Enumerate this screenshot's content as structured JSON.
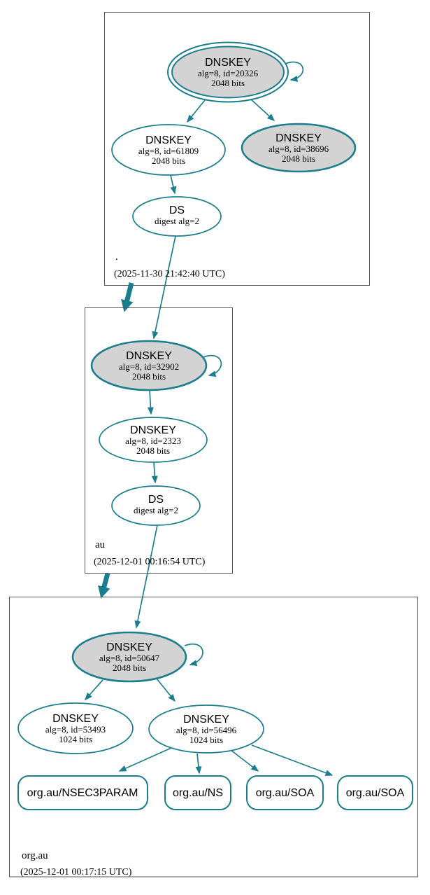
{
  "colors": {
    "edge_teal": "#1b7e8f",
    "ksk_fill_gray": "#d3d3d3",
    "zone_border_gray": "#565656",
    "node_fill_white": "#ffffff"
  },
  "zones": [
    {
      "name": ".",
      "timestamp": "(2025-11-30 21:42:40 UTC)",
      "nodes": [
        {
          "title": "DNSKEY",
          "detail": "alg=8, id=20326",
          "size": "2048 bits"
        },
        {
          "title": "DNSKEY",
          "detail": "alg=8, id=61809",
          "size": "2048 bits"
        },
        {
          "title": "DNSKEY",
          "detail": "alg=8, id=38696",
          "size": "2048 bits"
        },
        {
          "title": "DS",
          "detail": "digest alg=2"
        }
      ]
    },
    {
      "name": "au",
      "timestamp": "(2025-12-01 00:16:54 UTC)",
      "nodes": [
        {
          "title": "DNSKEY",
          "detail": "alg=8, id=32902",
          "size": "2048 bits"
        },
        {
          "title": "DNSKEY",
          "detail": "alg=8, id=2323",
          "size": "2048 bits"
        },
        {
          "title": "DS",
          "detail": "digest alg=2"
        }
      ]
    },
    {
      "name": "org.au",
      "timestamp": "(2025-12-01 00:17:15 UTC)",
      "nodes": [
        {
          "title": "DNSKEY",
          "detail": "alg=8, id=50647",
          "size": "2048 bits"
        },
        {
          "title": "DNSKEY",
          "detail": "alg=8, id=53493",
          "size": "1024 bits"
        },
        {
          "title": "DNSKEY",
          "detail": "alg=8, id=56496",
          "size": "1024 bits"
        }
      ],
      "rrsets": [
        {
          "label": "org.au/NSEC3PARAM"
        },
        {
          "label": "org.au/NS"
        },
        {
          "label": "org.au/SOA"
        },
        {
          "label": "org.au/SOA"
        }
      ]
    }
  ]
}
